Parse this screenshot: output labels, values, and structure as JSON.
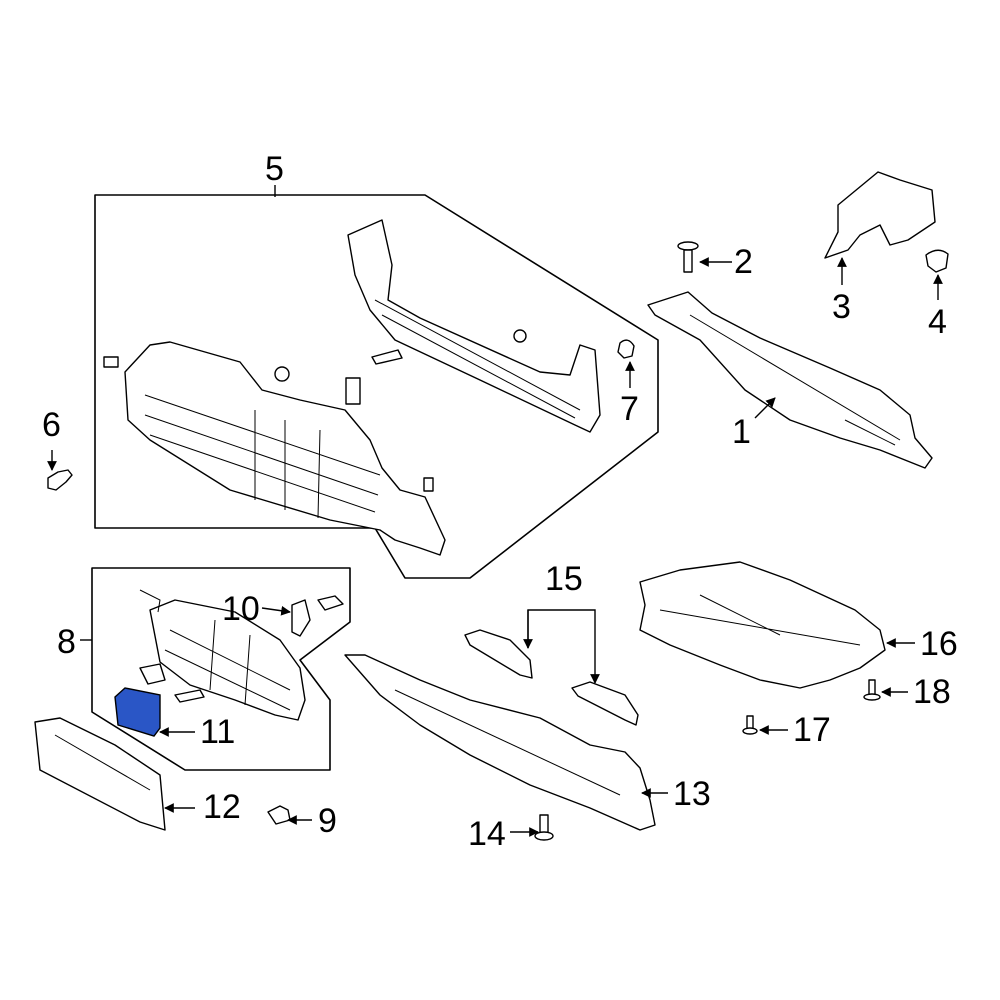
{
  "callouts": {
    "c1": "1",
    "c2": "2",
    "c3": "3",
    "c4": "4",
    "c5": "5",
    "c6": "6",
    "c7": "7",
    "c8": "8",
    "c9": "9",
    "c10": "10",
    "c11": "11",
    "c12": "12",
    "c13": "13",
    "c14": "14",
    "c15": "15",
    "c16": "16",
    "c17": "17",
    "c18": "18"
  },
  "colors": {
    "highlight": "#2a56c6",
    "line": "#000000",
    "background": "#ffffff"
  },
  "highlighted_part": "11"
}
